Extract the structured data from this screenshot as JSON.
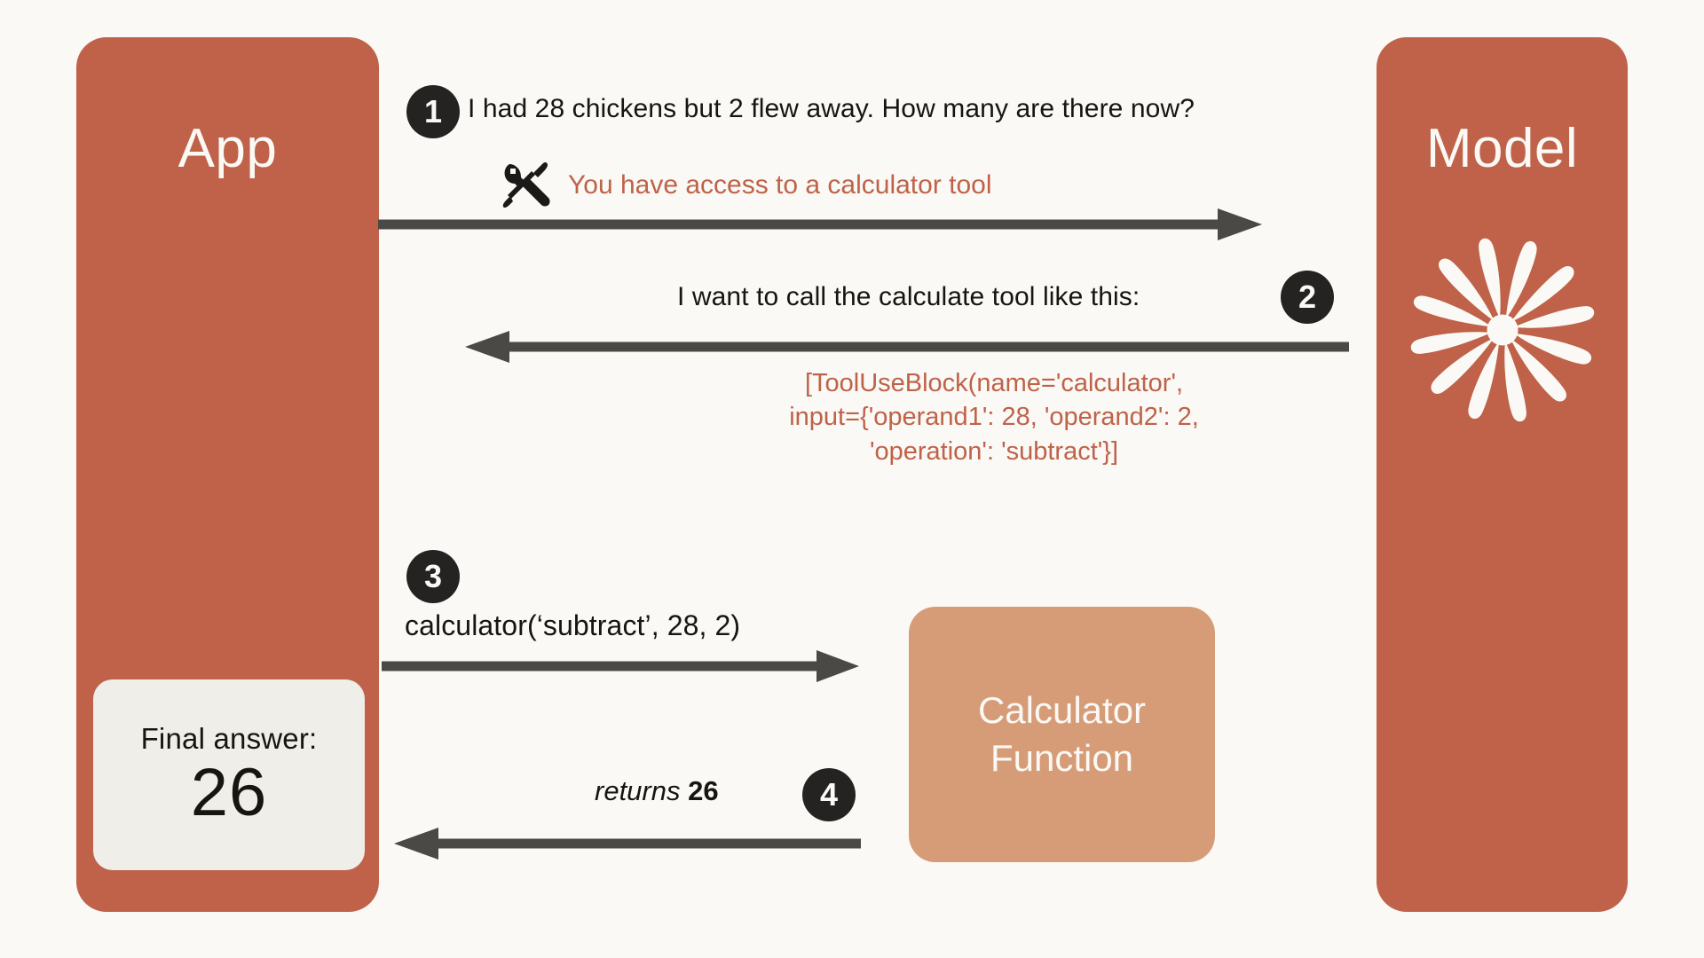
{
  "canvas": {
    "background": "#FAF9F5",
    "accent": "#BF6249",
    "accent_light": "#D69C78",
    "ink": "#16150F",
    "arrow_color": "#4A4946",
    "badge_color": "#242322",
    "card_background": "#EFEEE9"
  },
  "lanes": {
    "app": {
      "title": "App"
    },
    "model": {
      "title": "Model",
      "logo_icon": "anthropic-starburst-icon"
    }
  },
  "final_answer": {
    "label": "Final answer:",
    "value": "26"
  },
  "calculator": {
    "line1": "Calculator",
    "line2": "Function"
  },
  "steps": [
    {
      "number": "1"
    },
    {
      "number": "2"
    },
    {
      "number": "3"
    },
    {
      "number": "4"
    }
  ],
  "messages": {
    "step1_prompt": "I had 28 chickens but 2 flew away. How many are there now?",
    "step1_tool_note": "You have access to a calculator tool",
    "step1_tool_icon": "hammer-and-wrench-icon",
    "step2_intro": "I want to call the calculate tool like this:",
    "step2_toolblock_line1": "[ToolUseBlock(name='calculator',",
    "step2_toolblock_line2": "input={'operand1': 28, 'operand2': 2,",
    "step2_toolblock_line3": "'operation': 'subtract'}]",
    "step3_call": "calculator(‘subtract’, 28, 2)",
    "step4_returns_label": "returns",
    "step4_returns_value": "26"
  },
  "arrows": [
    {
      "name": "app-to-model",
      "direction": "right"
    },
    {
      "name": "model-to-app",
      "direction": "left"
    },
    {
      "name": "app-to-calculator",
      "direction": "right"
    },
    {
      "name": "calculator-to-app",
      "direction": "left"
    }
  ]
}
